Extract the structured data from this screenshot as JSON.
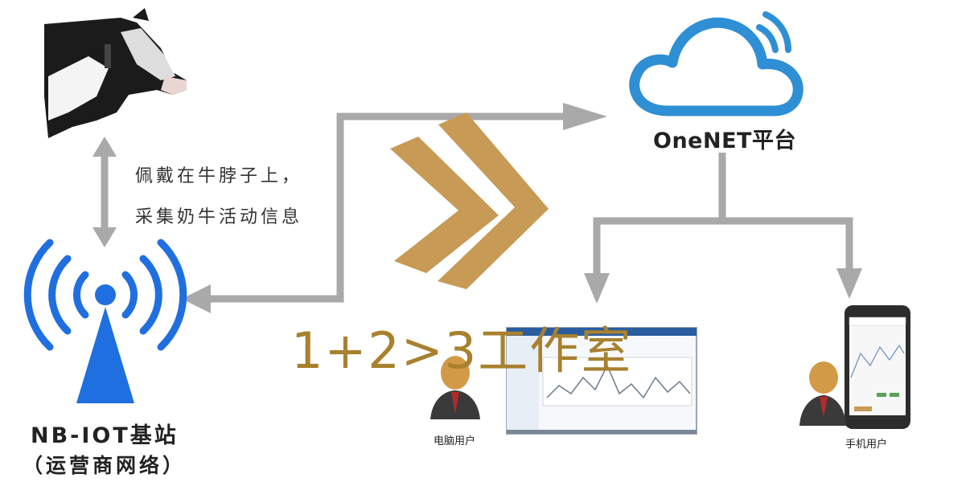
{
  "cloud": {
    "label": "OneNET平台"
  },
  "cow": {
    "note_line1": "佩戴在牛脖子上，",
    "note_line2": "采集奶牛活动信息"
  },
  "base_station": {
    "label": "NB-IOT基站",
    "sublabel": "（运营商网络）"
  },
  "pc_user": {
    "label": "电脑用户"
  },
  "phone_user": {
    "label": "手机用户"
  },
  "watermark": {
    "text": "1+2>3工作室"
  },
  "colors": {
    "arrow": "#a9a9a9",
    "cloud": "#2f8fd4",
    "signal": "#1f6fe0",
    "chevron": "#c79a55",
    "watermark": "#a8812f",
    "person_head": "#d29a47",
    "person_suit": "#3a3a3a",
    "tie": "#b22a2a"
  }
}
